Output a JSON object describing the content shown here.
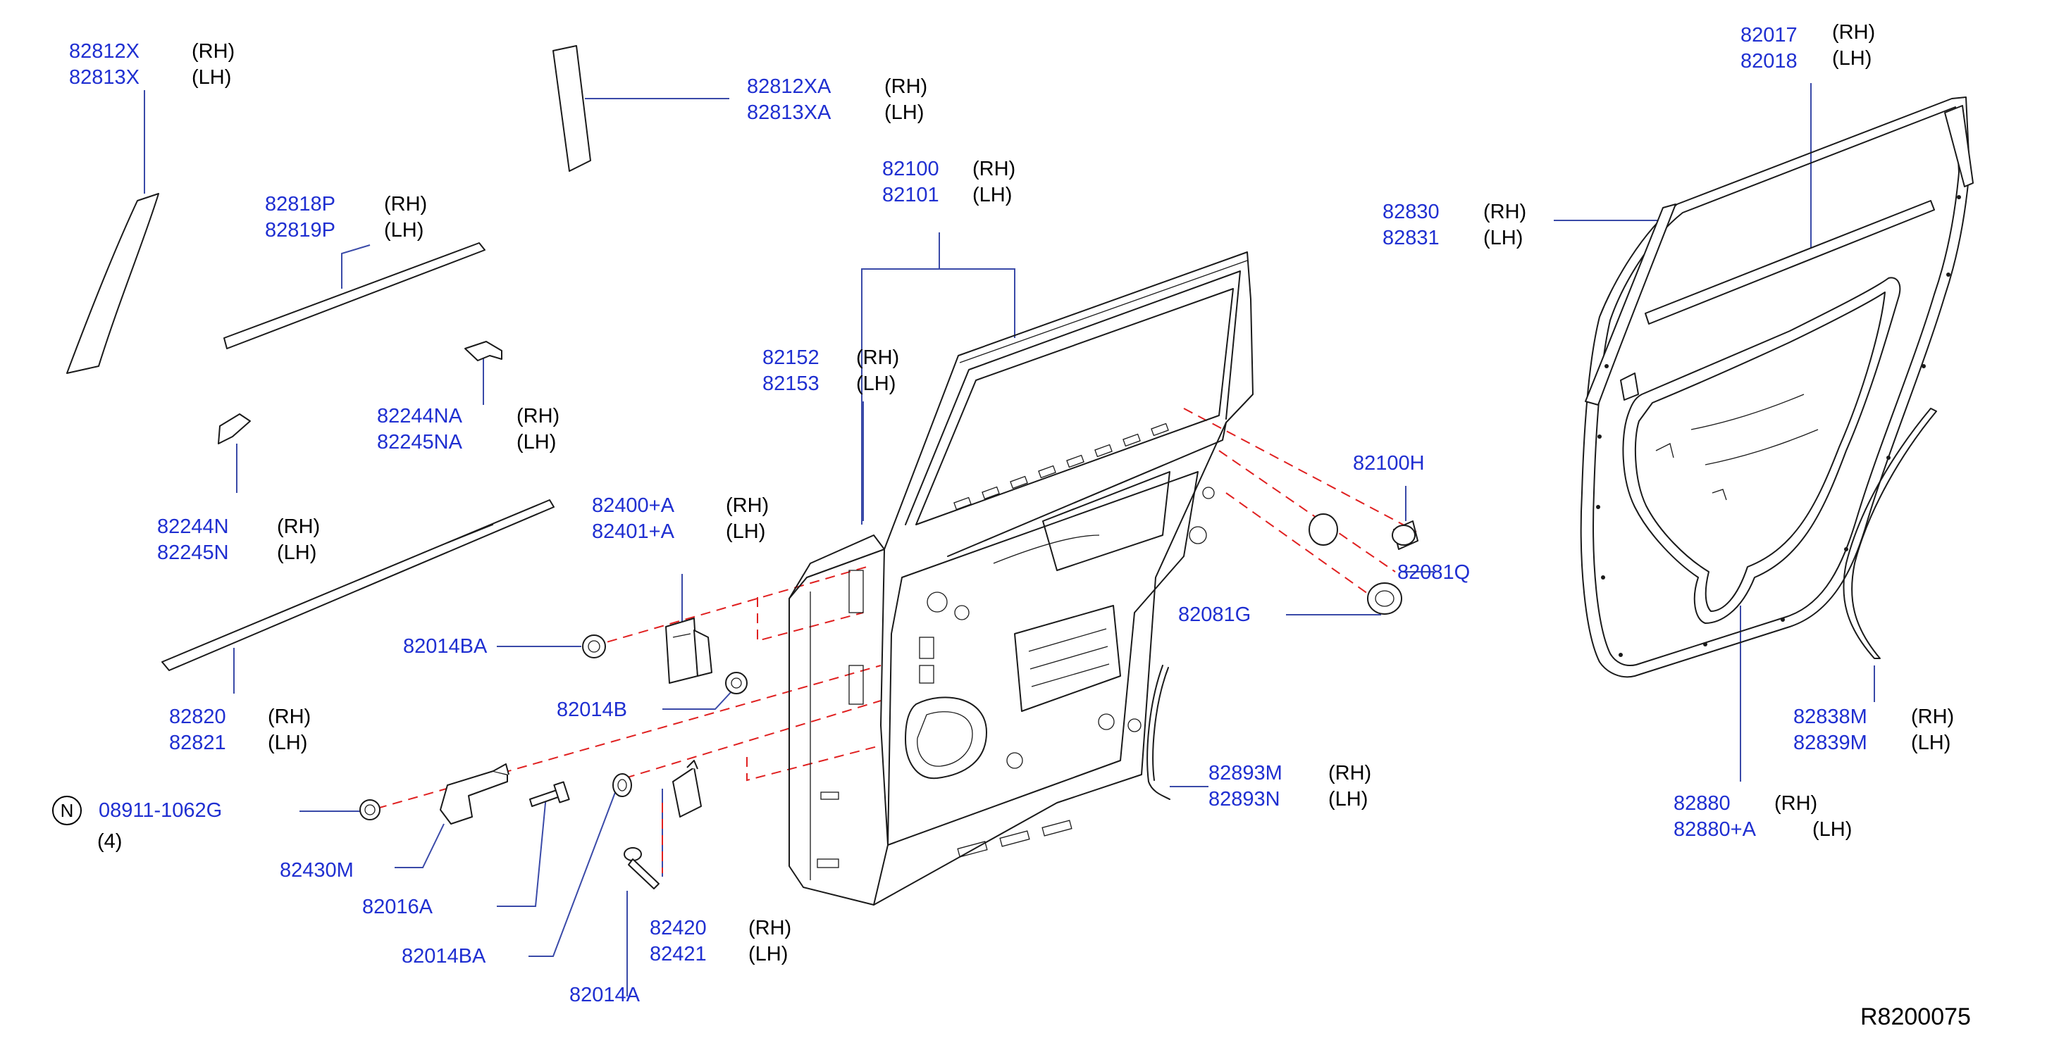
{
  "diagram_id": "R8200075",
  "colors": {
    "part_number": "#1f2fd1",
    "side": "#000000",
    "leader": "#3a4aa8",
    "dashed": "#e02020",
    "line": "#1a1a1a"
  },
  "callouts": [
    {
      "parts": [
        "82812X",
        "82813X"
      ],
      "sides": [
        "(RH)",
        "(LH)"
      ]
    },
    {
      "parts": [
        "82812XA",
        "82813XA"
      ],
      "sides": [
        "(RH)",
        "(LH)"
      ]
    },
    {
      "parts": [
        "82818P",
        "82819P"
      ],
      "sides": [
        "(RH)",
        "(LH)"
      ]
    },
    {
      "parts": [
        "82244NA",
        "82245NA"
      ],
      "sides": [
        "(RH)",
        "(LH)"
      ]
    },
    {
      "parts": [
        "82244N",
        "82245N"
      ],
      "sides": [
        "(RH)",
        "(LH)"
      ]
    },
    {
      "parts": [
        "82820",
        "82821"
      ],
      "sides": [
        "(RH)",
        "(LH)"
      ]
    },
    {
      "parts": [
        "82100",
        "82101"
      ],
      "sides": [
        "(RH)",
        "(LH)"
      ]
    },
    {
      "parts": [
        "82152",
        "82153"
      ],
      "sides": [
        "(RH)",
        "(LH)"
      ]
    },
    {
      "parts": [
        "82400+A",
        "82401+A"
      ],
      "sides": [
        "(RH)",
        "(LH)"
      ]
    },
    {
      "parts": [
        "82420",
        "82421"
      ],
      "sides": [
        "(RH)",
        "(LH)"
      ]
    },
    {
      "parts": [
        "82893M",
        "82893N"
      ],
      "sides": [
        "(RH)",
        "(LH)"
      ]
    },
    {
      "parts": [
        "82017",
        "82018"
      ],
      "sides": [
        "(RH)",
        "(LH)"
      ]
    },
    {
      "parts": [
        "82830",
        "82831"
      ],
      "sides": [
        "(RH)",
        "(LH)"
      ]
    },
    {
      "parts": [
        "82838M",
        "82839M"
      ],
      "sides": [
        "(RH)",
        "(LH)"
      ]
    },
    {
      "parts": [
        "82880",
        "82880+A"
      ],
      "sides": [
        "(RH)",
        "(LH)"
      ]
    }
  ],
  "singles": {
    "p82014BA_1": "82014BA",
    "p82014B": "82014B",
    "p82430M": "82430M",
    "p82016A": "82016A",
    "p82014BA_2": "82014BA",
    "p82014A": "82014A",
    "p82100H": "82100H",
    "p82081Q": "82081Q",
    "p82081G": "82081G"
  },
  "nut_callout": {
    "symbol": "N",
    "part": "08911-1062G",
    "qty": "(4)"
  }
}
